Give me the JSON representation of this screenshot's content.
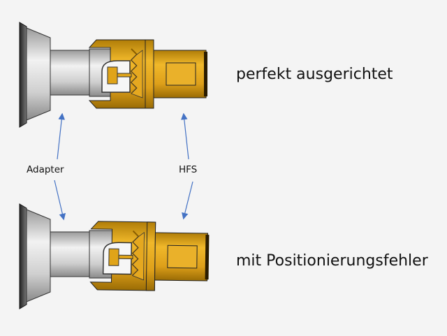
{
  "captions": {
    "aligned": "perfekt ausgerichtet",
    "misaligned": "mit Positionierungsfehler"
  },
  "labels": {
    "adapter": "Adapter",
    "hfs": "HFS"
  },
  "colors": {
    "background": "#f4f4f4",
    "gold": "#e0a418",
    "steel": "#c8c8c8",
    "arrow": "#4472c4"
  }
}
